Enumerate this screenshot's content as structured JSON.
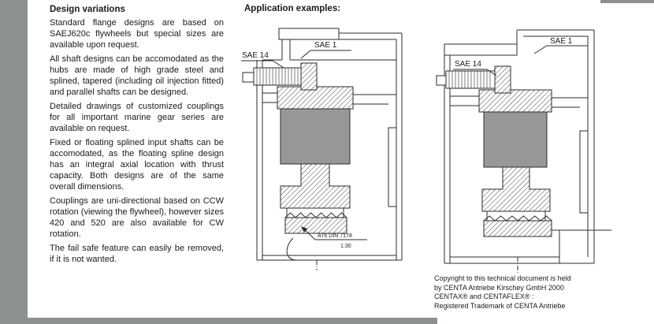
{
  "left_column": {
    "heading": "Design variations",
    "paragraphs": [
      "Standard flange designs are based on SAEJ620c flywheels but special sizes are available upon request.",
      "All shaft designs can be accomodated as the hubs are made of high grade steel and splined, tapered (including oil injection fitted) and parallel shafts can be designed.",
      "Detailed drawings of customized couplings for all important marine gear series are available on request.",
      "Fixed or floating splined input shafts can be accomodated, as the floating spline design has an integral axial location with thrust capacity. Both designs are of the same overall dimensions.",
      "Couplings are uni-directional based on CCW rotation (viewing the flywheel), however sizes 420 and 520 are also available for CW rotation.",
      "The fail safe feature can easily be removed, if it is not wanted."
    ]
  },
  "application": {
    "heading": "Application examples:"
  },
  "drawing1": {
    "sae1": "SAE 1",
    "sae14": "SAE 14",
    "annotation": "AT6 DIN 7178",
    "scale": "1:30"
  },
  "drawing2": {
    "sae1": "SAE 1",
    "sae14": "SAE 14"
  },
  "copyright": {
    "line1": "Copyright to this technical document is held",
    "line2": "by CENTA Antriebe Kirschey GmbH 2000",
    "line3": "CENTAX® and CENTAFLEX® :",
    "line4": "Registered Trademark of CENTA Antriebe"
  }
}
